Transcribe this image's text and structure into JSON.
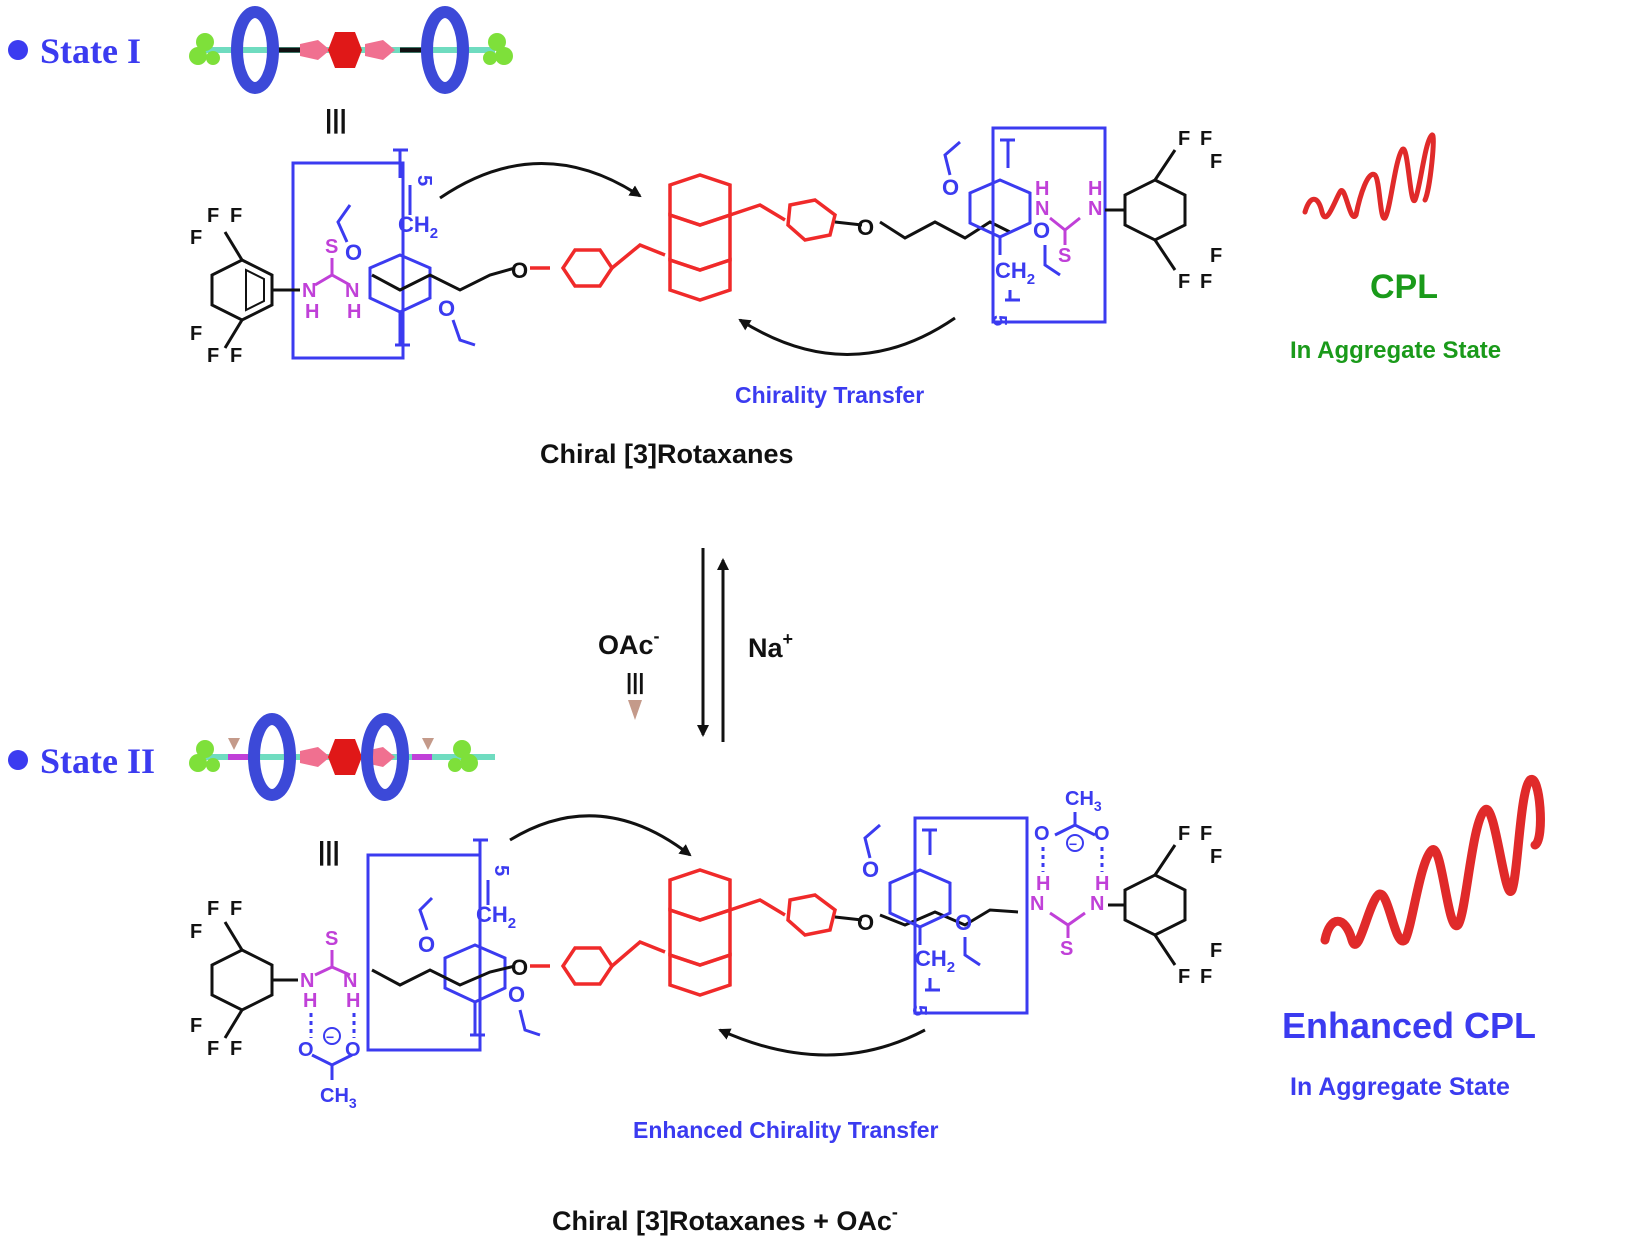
{
  "colors": {
    "blue": "#3b3bf0",
    "red": "#f02a2a",
    "black": "#111111",
    "magenta": "#c040d8",
    "green": "#1a9a1a",
    "torus": "#3c49d8",
    "stopper": "#7ee03a"
  },
  "state1": {
    "label": "State I",
    "equiv": "|||",
    "repeat_n": "5",
    "ch2": "CH",
    "ch2_sub": "2",
    "o": "O",
    "s": "S",
    "nh": "N",
    "h": "H",
    "cf3": "F",
    "transfer_label": "Chirality Transfer",
    "caption": "Chiral [3]Rotaxanes",
    "cpl_title": "CPL",
    "cpl_sub": "In Aggregate State"
  },
  "arrows": {
    "forward_reagent": "OAc",
    "forward_charge": "-",
    "reverse_reagent": "Na",
    "reverse_charge": "+",
    "equiv": "|||"
  },
  "state2": {
    "label": "State II",
    "equiv": "|||",
    "repeat_n": "5",
    "ch3": "CH",
    "ch3_sub": "3",
    "o": "O",
    "minus": "−",
    "transfer_label": "Enhanced Chirality Transfer",
    "caption": "Chiral [3]Rotaxanes + OAc",
    "caption_charge": "-",
    "cpl_title": "Enhanced CPL",
    "cpl_sub": "In Aggregate State"
  }
}
